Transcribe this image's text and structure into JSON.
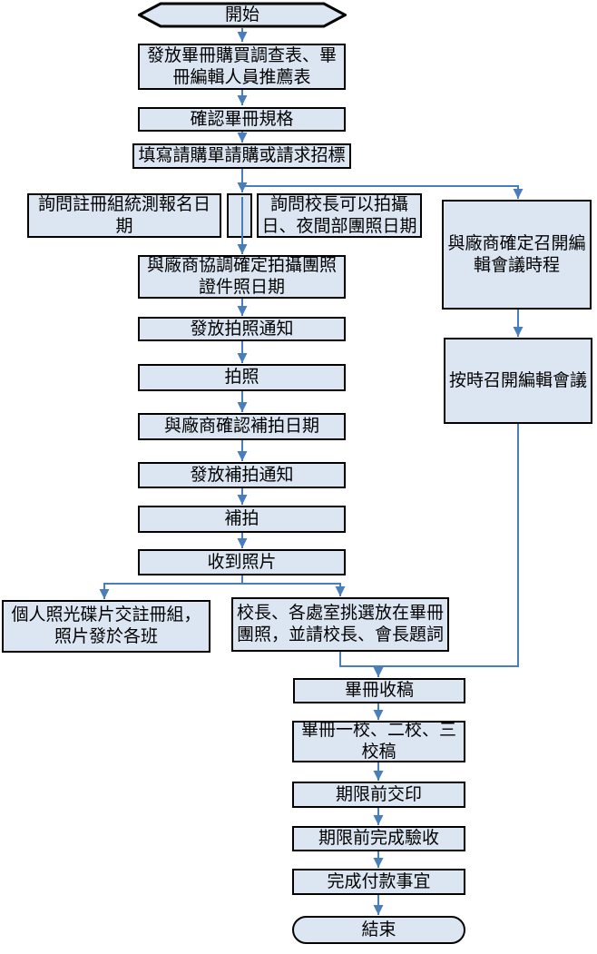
{
  "diagram": {
    "type": "flowchart",
    "language": "zh-TW",
    "style": {
      "node_fill": "#dce6f2",
      "node_border": "#000000",
      "arrow_color": "#4a7ebb",
      "background": "#ffffff"
    },
    "nodes": {
      "start": {
        "label": "開始",
        "shape": "hexagon"
      },
      "distribute_survey": {
        "label": "發放畢冊購買調查表、畢\n冊編輯人員推薦表",
        "shape": "rect"
      },
      "confirm_spec": {
        "label": "確認畢冊規格",
        "shape": "rect"
      },
      "purchase_request": {
        "label": "填寫請購單請購或請求招標",
        "shape": "rect"
      },
      "ask_registration": {
        "label": "詢問註冊組統測報名日期",
        "shape": "rect"
      },
      "ask_principal": {
        "label": "詢問校長可以拍攝\n日、夜間部團照日期",
        "shape": "rect"
      },
      "schedule_editorial_meeting": {
        "label": "與廠商確定召開編\n輯會議時程",
        "shape": "rect"
      },
      "coordinate_photo_dates": {
        "label": "與廠商協調確定拍攝團照\n證件照日期",
        "shape": "rect"
      },
      "photo_notice": {
        "label": "發放拍照通知",
        "shape": "rect"
      },
      "take_photos": {
        "label": "拍照",
        "shape": "rect"
      },
      "hold_editorial_meeting": {
        "label": "按時召開編輯會議",
        "shape": "rect"
      },
      "confirm_makeup_date": {
        "label": "與廠商確認補拍日期",
        "shape": "rect"
      },
      "makeup_notice": {
        "label": "發放補拍通知",
        "shape": "rect"
      },
      "makeup_shoot": {
        "label": "補拍",
        "shape": "rect"
      },
      "receive_photos": {
        "label": "收到照片",
        "shape": "rect"
      },
      "personal_photos_cd": {
        "label": "個人照光碟片交註冊組，\n照片發於各班",
        "shape": "rect"
      },
      "select_group_photos": {
        "label": "校長、各處室挑選放在畢冊\n團照，並請校長、會長題詞",
        "shape": "rect"
      },
      "collect_manuscripts": {
        "label": "畢冊收稿",
        "shape": "rect"
      },
      "proofreading": {
        "label": "畢冊一校、二校、三\n校稿",
        "shape": "rect"
      },
      "print_deadline": {
        "label": "期限前交印",
        "shape": "rect"
      },
      "acceptance_deadline": {
        "label": "期限前完成驗收",
        "shape": "rect"
      },
      "payment": {
        "label": "完成付款事宜",
        "shape": "rect"
      },
      "end": {
        "label": "結束",
        "shape": "stadium"
      }
    },
    "edges": [
      {
        "from": "start",
        "to": "distribute_survey"
      },
      {
        "from": "distribute_survey",
        "to": "confirm_spec"
      },
      {
        "from": "confirm_spec",
        "to": "purchase_request"
      },
      {
        "from": "purchase_request",
        "to": "junction"
      },
      {
        "from": "purchase_request",
        "to": "schedule_editorial_meeting"
      },
      {
        "from": "junction",
        "to": "coordinate_photo_dates"
      },
      {
        "from": "schedule_editorial_meeting",
        "to": "hold_editorial_meeting"
      },
      {
        "from": "coordinate_photo_dates",
        "to": "photo_notice"
      },
      {
        "from": "photo_notice",
        "to": "take_photos"
      },
      {
        "from": "take_photos",
        "to": "confirm_makeup_date"
      },
      {
        "from": "confirm_makeup_date",
        "to": "makeup_notice"
      },
      {
        "from": "makeup_notice",
        "to": "makeup_shoot"
      },
      {
        "from": "makeup_shoot",
        "to": "receive_photos"
      },
      {
        "from": "receive_photos",
        "to": "personal_photos_cd"
      },
      {
        "from": "receive_photos",
        "to": "select_group_photos"
      },
      {
        "from": "select_group_photos",
        "to": "collect_manuscripts"
      },
      {
        "from": "hold_editorial_meeting",
        "to": "collect_manuscripts"
      },
      {
        "from": "collect_manuscripts",
        "to": "proofreading"
      },
      {
        "from": "proofreading",
        "to": "print_deadline"
      },
      {
        "from": "print_deadline",
        "to": "acceptance_deadline"
      },
      {
        "from": "acceptance_deadline",
        "to": "payment"
      },
      {
        "from": "payment",
        "to": "end"
      }
    ]
  }
}
